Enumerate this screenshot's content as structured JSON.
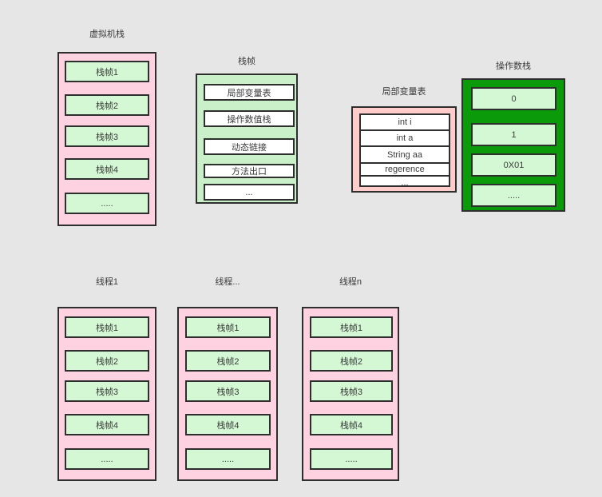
{
  "colors": {
    "background": "#e6e6e6",
    "pink_container": "#ffd2e2",
    "salmon_container": "#ffcccc",
    "light_green_box": "#d4f8d4",
    "light_green_container": "#c9f0c9",
    "dark_green_container": "#0a9a0a",
    "border": "#2e2e2e"
  },
  "vm_stack": {
    "title": "虚拟机栈",
    "items": [
      "栈帧1",
      "栈帧2",
      "栈帧3",
      "栈帧4",
      "....."
    ]
  },
  "stack_frame": {
    "title": "栈帧",
    "items": [
      "局部变量表",
      "操作数值栈",
      "动态链接",
      "方法出口",
      "..."
    ]
  },
  "local_var_table": {
    "title": "局部变量表",
    "rows": [
      "int i",
      "int a",
      "String aa",
      "regerence",
      "..."
    ]
  },
  "operand_stack": {
    "title": "操作数栈",
    "items": [
      "0",
      "1",
      "0X01",
      "....."
    ]
  },
  "threads": [
    {
      "title": "线程1",
      "items": [
        "栈帧1",
        "栈帧2",
        "栈帧3",
        "栈帧4",
        "....."
      ]
    },
    {
      "title": "线程...",
      "items": [
        "栈帧1",
        "栈帧2",
        "栈帧3",
        "栈帧4",
        "....."
      ]
    },
    {
      "title": "线程n",
      "items": [
        "栈帧1",
        "栈帧2",
        "栈帧3",
        "栈帧4",
        "....."
      ]
    }
  ]
}
